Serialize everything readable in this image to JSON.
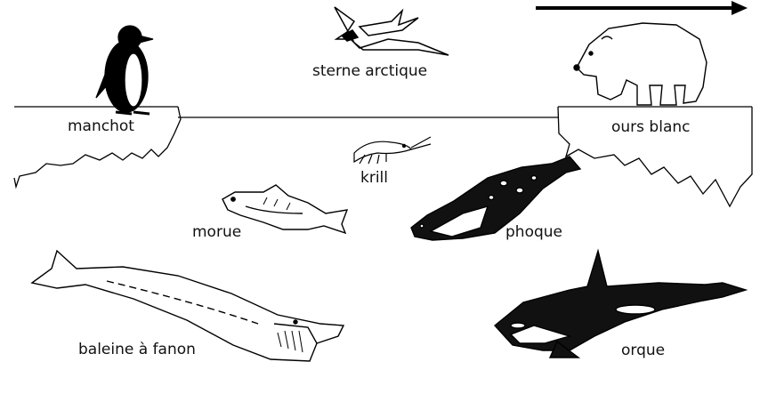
{
  "diagram": {
    "labels": {
      "tern": "sterne arctique",
      "penguin": "manchot",
      "polar_bear": "ours blanc",
      "krill": "krill",
      "cod": "morue",
      "seal": "phoque",
      "baleen_whale": "baleine à fanon",
      "orca": "orque"
    },
    "icons": {
      "tern": "arctic-tern-drawing",
      "penguin": "penguin-drawing",
      "polar_bear": "polar-bear-drawing",
      "krill": "krill-drawing",
      "cod": "cod-drawing",
      "seal": "seal-drawing",
      "baleen_whale": "baleen-whale-drawing",
      "orca": "orca-drawing",
      "arrow": "arrow-right"
    },
    "colors": {
      "ink": "#000000",
      "paper": "#ffffff"
    }
  }
}
